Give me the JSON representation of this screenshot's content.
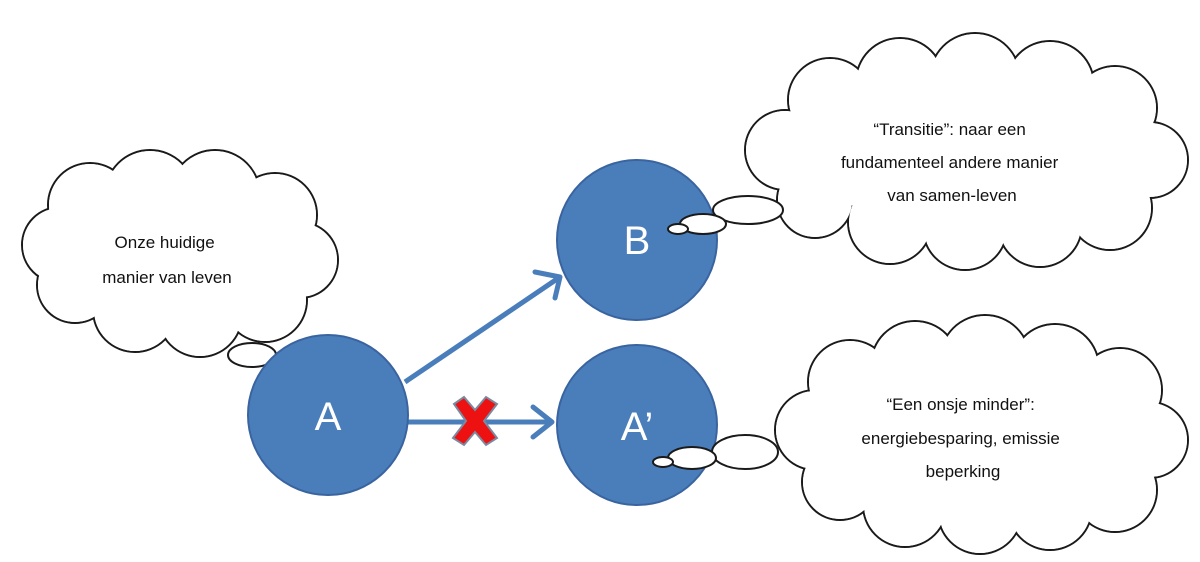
{
  "nodes": {
    "a": {
      "label": "A"
    },
    "b": {
      "label": "B"
    },
    "a_prime": {
      "label": "A’"
    }
  },
  "clouds": {
    "current_life": {
      "lines": [
        "Onze huidige",
        "manier van leven"
      ]
    },
    "transition": {
      "lines": [
        "“Transitie”: naar een",
        "fundamenteel andere manier",
        "van samen-leven"
      ]
    },
    "less": {
      "lines": [
        "“Een onsje minder”:",
        "energiebesparing, emissie",
        "beperking"
      ]
    }
  },
  "colors": {
    "node_fill": "#4a7ebb",
    "arrow": "#4a7ebb",
    "blocked_mark": "#ee1111"
  },
  "connections": [
    {
      "from": "A",
      "to": "B",
      "blocked": false
    },
    {
      "from": "A",
      "to": "A’",
      "blocked": true
    }
  ],
  "icons": {
    "blocked": "red-x-icon"
  }
}
